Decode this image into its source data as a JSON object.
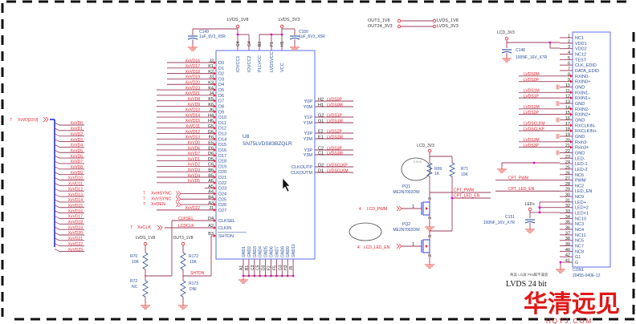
{
  "colors": {
    "wire": "#9b3b5a",
    "net": "#e8202a",
    "pin": "#2a4fa0",
    "box": "#5b6cf0",
    "bus": "#1f2fe0",
    "junction": "#e000e0",
    "ground": "#e0403a",
    "watermark": "#e01818"
  },
  "power": {
    "lvds_1v8": "LVDS_1V8",
    "lvds_3v3": "LVDS_3V3",
    "lcd_3v3": "LCD_3V3",
    "out3_1v8": "OUT3_1V8",
    "out24_3v3": "OUT24_3V3",
    "led_plus": "LED+"
  },
  "caps": {
    "c149": {
      "ref": "C149",
      "value": "1uF_6V3_X5R"
    },
    "c150": {
      "ref": "C150",
      "value": "1uF_6V3_X5R"
    },
    "c148": {
      "ref": "C148",
      "value": "100NF_16V_X7R"
    },
    "c151": {
      "ref": "C151",
      "value": "100NF_16V_X7R"
    }
  },
  "resistors": {
    "r70": {
      "ref": "R70",
      "value": "10K"
    },
    "r72": {
      "ref": "R72",
      "value": "NC"
    },
    "r172": {
      "ref": "R172",
      "value": "10K"
    },
    "r173": {
      "ref": "R173",
      "value": "DNI"
    },
    "r69": {
      "ref": "R69",
      "value": "1K"
    },
    "r71": {
      "ref": "R71",
      "value": "10K"
    }
  },
  "u8": {
    "ref": "U8",
    "part": "SN75LVDS83BZQLR",
    "top_pins": [
      {
        "ball": "C4",
        "name": "IOVCC1"
      },
      {
        "ball": "G4",
        "name": "IOVCC2"
      },
      {
        "ball": "B2",
        "name": "PLLVCC"
      },
      {
        "ball": "F1",
        "name": "LVDSVCC"
      },
      {
        "ball": "H5",
        "name": "VCC"
      }
    ],
    "left_pins": [
      {
        "name": "D0",
        "ball": "J2",
        "net": "XvVD16"
      },
      {
        "name": "D1",
        "ball": "K1",
        "net": "XvVD17"
      },
      {
        "name": "D2",
        "ball": "K2",
        "net": "XvVD18"
      },
      {
        "name": "D3",
        "ball": "J3",
        "net": "XvVD19"
      },
      {
        "name": "D4",
        "ball": "K3",
        "net": "XvVD20"
      },
      {
        "name": "D5",
        "ball": "K4",
        "net": "XvVD23"
      },
      {
        "name": "D6",
        "ball": "J4",
        "net": "XvVD21"
      },
      {
        "name": "D7",
        "ball": "K5",
        "net": "XvVD8"
      },
      {
        "name": "D8",
        "ball": "K6",
        "net": "XvVD9"
      },
      {
        "name": "D9",
        "ball": "J6",
        "net": "XvVD10"
      },
      {
        "name": "D10",
        "ball": "H4",
        "net": "XvVD14"
      },
      {
        "name": "D11",
        "ball": "H6",
        "net": "XvVD15"
      },
      {
        "name": "D12",
        "ball": "G5",
        "net": "XvVD11"
      },
      {
        "name": "D13",
        "ball": "G6",
        "net": "XvVD12"
      },
      {
        "name": "D14",
        "ball": "F6",
        "net": "XvVD13"
      },
      {
        "name": "D15",
        "ball": "E5",
        "net": "XvVD0"
      },
      {
        "name": "D16",
        "ball": "E6",
        "net": "XvVD6"
      },
      {
        "name": "D17",
        "ball": "D6",
        "net": "XvVD7"
      },
      {
        "name": "D18",
        "ball": "D5",
        "net": "XvVD1"
      },
      {
        "name": "D19",
        "ball": "C6",
        "net": "XvVD2"
      },
      {
        "name": "D20",
        "ball": "B6",
        "net": "XvVD3"
      },
      {
        "name": "D21",
        "ball": "B5",
        "net": "XvVD4"
      },
      {
        "name": "D22",
        "ball": "A6",
        "net": "XvVD5"
      },
      {
        "name": "D23",
        "ball": "A5",
        "net": ""
      },
      {
        "name": "D24",
        "ball": "A4",
        "net": ""
      },
      {
        "name": "D25",
        "ball": "B4",
        "net": ""
      },
      {
        "name": "D26",
        "ball": "A3",
        "net": ""
      },
      {
        "name": "D27",
        "ball": "J1",
        "net": "XvVD22"
      }
    ],
    "sync_ports": [
      {
        "page": "7",
        "net": "XvHSYNC"
      },
      {
        "page": "7",
        "net": "XvVSYNC"
      },
      {
        "page": "7",
        "net": "XvDEN"
      }
    ],
    "ctrl_pins": [
      {
        "name": "CLKSEL",
        "ball": "D4",
        "net": "CLKSEL"
      },
      {
        "name": "CLKIN",
        "ball": "A2",
        "net": "LCDCLK"
      },
      {
        "name": "SHTDN",
        "ball": "B3",
        "net": ""
      }
    ],
    "right_pins": [
      {
        "name": "Y0P",
        "ball": "H2",
        "net": "LVDS0P"
      },
      {
        "name": "Y0M",
        "ball": "H1",
        "net": "LVDS0M"
      },
      {
        "name": "Y1P",
        "ball": "G2",
        "net": "LVDS1P"
      },
      {
        "name": "Y1M",
        "ball": "G1",
        "net": "LVDS1M"
      },
      {
        "name": "Y2P",
        "ball": "E2",
        "net": "LVDS2P"
      },
      {
        "name": "Y2M",
        "ball": "E1",
        "net": "LVDS2M"
      },
      {
        "name": "Y3P",
        "ball": "C2",
        "net": "LVDS3P"
      },
      {
        "name": "Y3M",
        "ball": "C1",
        "net": "LVDS3M"
      },
      {
        "name": "CLKOUTP",
        "ball": "D2",
        "net": "LVDSCLKP"
      },
      {
        "name": "CLKOUTM",
        "ball": "D1",
        "net": "LVDSCLKM"
      }
    ],
    "gnd_pins": [
      {
        "name": "GND1",
        "ball": "A1"
      },
      {
        "name": "GND2",
        "ball": "B1"
      },
      {
        "name": "GND3",
        "ball": "C3"
      },
      {
        "name": "GND4",
        "ball": "C5"
      },
      {
        "name": "GND5",
        "ball": "D3"
      },
      {
        "name": "GND6",
        "ball": "F2"
      },
      {
        "name": "GND7",
        "ball": "F5"
      },
      {
        "name": "GND8",
        "ball": "G3"
      },
      {
        "name": "GND9",
        "ball": "H3"
      },
      {
        "name": "GND10",
        "ball": "J5"
      }
    ]
  },
  "bus": {
    "page": "7",
    "name": "XvVD[23:0]",
    "entries": [
      "XvVD0",
      "XvVD1",
      "XvVD2",
      "XvVD3",
      "XvVD4",
      "XvVD5",
      "XvVD6",
      "XvVD7",
      "XvVD8",
      "XvVD9",
      "XvVD10",
      "XvVD11",
      "XvVD12",
      "XvVD13",
      "XvVD14",
      "XvVD15",
      "XvVD16",
      "XvVD17",
      "XvVD18",
      "XvVD19",
      "XvVD20",
      "XvVD21",
      "XvVD22",
      "XvVD23"
    ]
  },
  "clk_port": {
    "page": "7",
    "net": "XvCLK"
  },
  "shtdn_net": "SHTDN",
  "mosfets": {
    "pq1": {
      "ref": "PQ1",
      "part": "ME2N7002DW",
      "port_page": "4",
      "port": "LCD_PWM",
      "gate": "1",
      "drain": "3",
      "source": "2"
    },
    "pq2": {
      "ref": "PQ2",
      "part": "ME2N7002DW",
      "port_page": "4",
      "port": "LCD_LED_EN",
      "gate": "1",
      "drain": "3",
      "source": "2"
    },
    "faint_label": "3.3V3"
  },
  "cpt_nets": {
    "pwm": "CPT_PWM",
    "led_en": "CPT_LED_EN"
  },
  "con1": {
    "ref": "CON1",
    "part": "20455-040E-12",
    "pins": [
      {
        "num": "1",
        "name": "NC1"
      },
      {
        "num": "2",
        "name": "VDD1"
      },
      {
        "num": "3",
        "name": "VDD2"
      },
      {
        "num": "4",
        "name": "NC12"
      },
      {
        "num": "5",
        "name": "TEST"
      },
      {
        "num": "6",
        "name": "CLK_EDID"
      },
      {
        "num": "7",
        "name": "DATA_EDID"
      },
      {
        "num": "8",
        "name": "RXIN0-"
      },
      {
        "num": "9",
        "name": "RXIN0+"
      },
      {
        "num": "10",
        "name": "GND"
      },
      {
        "num": "11",
        "name": "RXIN1-"
      },
      {
        "num": "12",
        "name": "RXIN1+"
      },
      {
        "num": "13",
        "name": "GND"
      },
      {
        "num": "14",
        "name": "RXIN2-"
      },
      {
        "num": "15",
        "name": "RXIN2+"
      },
      {
        "num": "16",
        "name": "GND"
      },
      {
        "num": "17",
        "name": "RXCLKIN-"
      },
      {
        "num": "18",
        "name": "RXCLKIN+"
      },
      {
        "num": "19",
        "name": "GND"
      },
      {
        "num": "20",
        "name": "Rxin3-"
      },
      {
        "num": "21",
        "name": "Rxin3+"
      },
      {
        "num": "22",
        "name": "GND"
      },
      {
        "num": "23",
        "name": "LED-"
      },
      {
        "num": "24",
        "name": "LED-1"
      },
      {
        "num": "25",
        "name": "LED-2"
      },
      {
        "num": "26",
        "name": "NC6"
      },
      {
        "num": "27",
        "name": "PWM"
      },
      {
        "num": "28",
        "name": "NC2"
      },
      {
        "num": "29",
        "name": "LED_EN"
      },
      {
        "num": "30",
        "name": "NC9"
      },
      {
        "num": "31",
        "name": "LED+"
      },
      {
        "num": "32",
        "name": "LED+2"
      },
      {
        "num": "33",
        "name": "LED+1"
      },
      {
        "num": "34",
        "name": "NC10"
      },
      {
        "num": "35",
        "name": "NC3"
      },
      {
        "num": "36",
        "name": "NC4"
      },
      {
        "num": "37",
        "name": "NC11"
      },
      {
        "num": "38",
        "name": "NC5"
      },
      {
        "num": "39",
        "name": "NC7"
      },
      {
        "num": "40",
        "name": "NC8"
      },
      {
        "num": "42",
        "name": "G1"
      },
      {
        "num": "41",
        "name": "G"
      }
    ],
    "nets": {
      "7": "LVDS0M",
      "8": "LVDS0P",
      "10": "LVDS1M",
      "11": "LVDS1P",
      "13": "LVDS2M",
      "14": "LVDS2P",
      "16": "LVDSCLKM",
      "17": "LVDSCLKP",
      "19": "LVDS3M",
      "20": "LVDS3P"
    }
  },
  "note": "奇美 LG屏 PIN脚不兼容",
  "title": "LVDS 24 bit",
  "watermark": {
    "text": "华清远见",
    "url": "HQYJ.COM"
  }
}
